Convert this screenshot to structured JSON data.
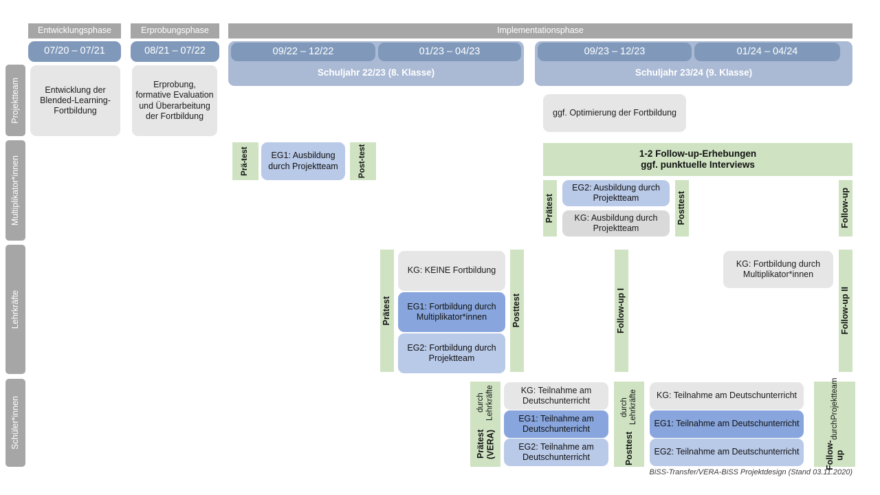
{
  "diagram": {
    "footer": "BiSS-Transfer/VERA-BiSS Projektdesign (Stand 03.11.2020)",
    "colors": {
      "phase_bar": "#a6a6a6",
      "sidebar": "#a6a6a6",
      "date_bar": "#8099bb",
      "school_year": "#aab9d4",
      "neutral_box": "#e6e6e6",
      "kg_box": "#d9d9d9",
      "eg1_box": "#88a6dd",
      "eg2_box": "#b9c9e8",
      "test_green": "#cfe3c2"
    }
  },
  "phases": [
    {
      "label": "Entwicklungsphase"
    },
    {
      "label": "Erprobungsphase"
    },
    {
      "label": "Implementationsphase"
    }
  ],
  "periods": [
    {
      "label": "07/20 – 07/21"
    },
    {
      "label": "08/21 – 07/22"
    },
    {
      "label": "09/22 – 12/22"
    },
    {
      "label": "01/23 – 04/23"
    },
    {
      "label": "09/23 – 12/23"
    },
    {
      "label": "01/24 – 04/24"
    }
  ],
  "school_years": [
    {
      "label": "Schuljahr 22/23 (8. Klasse)"
    },
    {
      "label": "Schuljahr 23/24 (9. Klasse)"
    }
  ],
  "rows": [
    {
      "label": "Projektteam"
    },
    {
      "label": "Multiplikator*innen"
    },
    {
      "label": "Lehrkräfte"
    },
    {
      "label": "Schüler*innen"
    }
  ],
  "projektteam": {
    "entwicklung": "Entwicklung der Blended-Learning-Fortbildung",
    "erprobung": "Erprobung, formative Evaluation und Überarbeitung der Fortbildung",
    "optimierung": "ggf. Optimierung der Fortbildung"
  },
  "multiplikatoren": {
    "praetest_line1": "Prä-",
    "praetest_line2": "test",
    "posttest_line1": "Post-",
    "posttest_line2": "test",
    "eg1": "EG1: Ausbildung durch Projektteam",
    "followup_banner_line1": "1-2 Follow-up-Erhebungen",
    "followup_banner_line2": "ggf. punktuelle Interviews",
    "praetest2": "Prätest",
    "posttest2": "Posttest",
    "eg2": "EG2: Ausbildung durch Projektteam",
    "kg": "KG: Ausbildung durch Projektteam",
    "followup": "Follow-up"
  },
  "lehrkraefte": {
    "praetest": "Prätest",
    "posttest": "Posttest",
    "kg": "KG:  KEINE Fortbildung",
    "eg1": "EG1: Fortbildung durch Multiplikator*innen",
    "eg2": "EG2: Fortbildung durch Projektteam",
    "followup1": "Follow-up I",
    "followup2": "Follow-up II",
    "kg2": "KG: Fortbildung durch Multiplikator*innen"
  },
  "schuelerinnen": {
    "praetest_bold": "Prätest (VERA)",
    "praetest_sub": "durch Lehrkräfte",
    "posttest_bold": "Posttest",
    "posttest_sub": "durch Lehrkräfte",
    "followup_bold": "Follow-up",
    "followup_sub1": "durch",
    "followup_sub2": "Projektteam",
    "left": {
      "kg": "KG: Teilnahme am Deutschunterricht",
      "eg1": "EG1: Teilnahme am Deutschunterricht",
      "eg2": "EG2: Teilnahme am Deutschunterricht"
    },
    "right": {
      "kg": "KG: Teilnahme am Deutschunterricht",
      "eg1": "EG1: Teilnahme am Deutschunterricht",
      "eg2": "EG2: Teilnahme am Deutschunterricht"
    }
  }
}
